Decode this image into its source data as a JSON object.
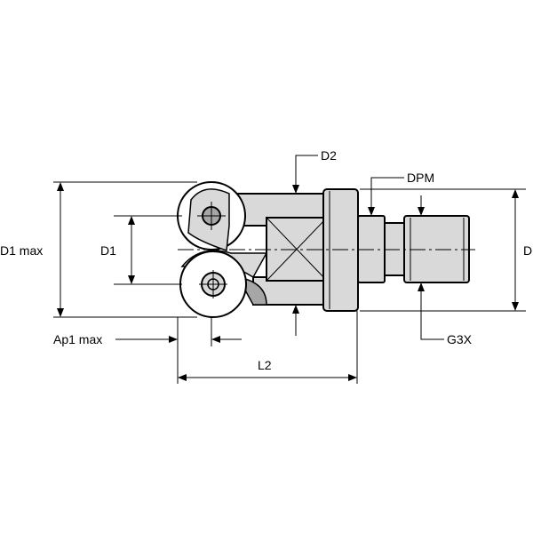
{
  "colors": {
    "part_fill": "#d9d9d9",
    "insert_shadow": "#a6a6a6",
    "line": "#000000"
  },
  "labels": {
    "d1_max": "D1 max",
    "d1": "D1",
    "d2": "D2",
    "dpm": "DPM",
    "d": "D",
    "g3x": "G3X",
    "ap1_max": "Ap1 max",
    "l2": "L2"
  }
}
